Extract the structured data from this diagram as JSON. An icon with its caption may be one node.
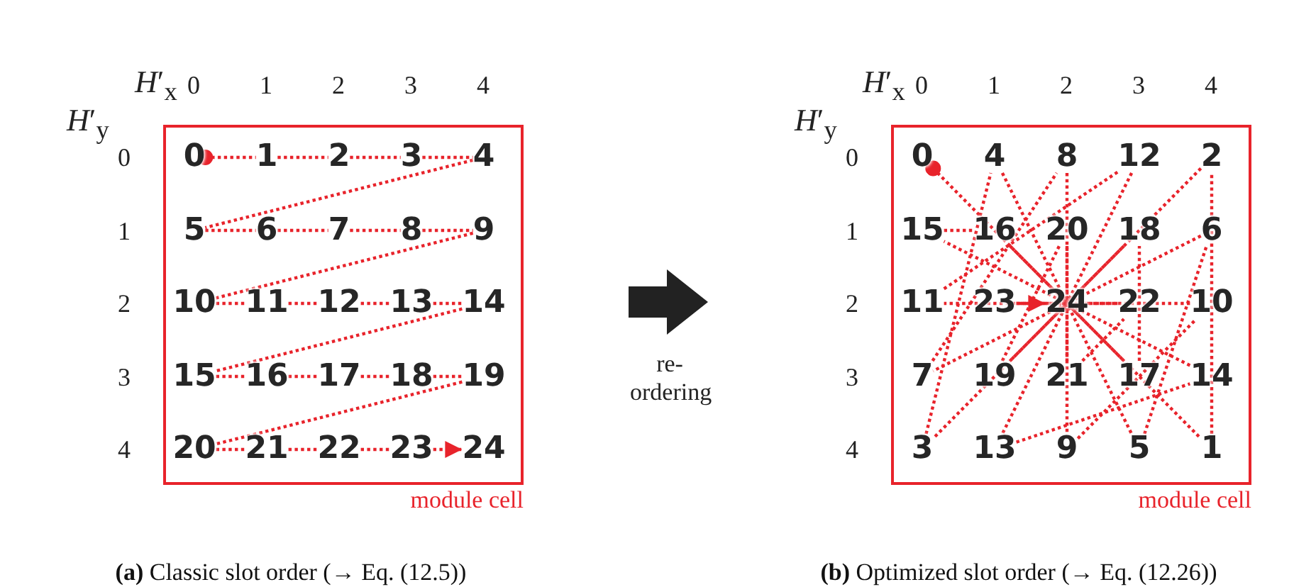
{
  "diagram": {
    "nodes": [
      {
        "text": [
          "module cell"
        ]
      },
      {
        "text": [
          "0"
        ],
        "in": 0
      },
      {
        "text": [
          "1"
        ],
        "in": 0
      },
      {
        "text": [
          "2"
        ],
        "in": 0
      },
      {
        "text": [
          "3"
        ],
        "in": 0
      },
      {
        "text": [
          "4"
        ],
        "in": 0
      },
      {
        "text": [
          "5"
        ],
        "in": 0
      },
      {
        "text": [
          "6"
        ],
        "in": 0
      },
      {
        "text": [
          "7"
        ],
        "in": 0
      },
      {
        "text": [
          "8"
        ],
        "in": 0
      },
      {
        "text": [
          "9"
        ],
        "in": 0
      },
      {
        "text": [
          "10"
        ],
        "in": 0
      },
      {
        "text": [
          "11"
        ],
        "in": 0
      },
      {
        "text": [
          "12"
        ],
        "in": 0
      },
      {
        "text": [
          "13"
        ],
        "in": 0
      },
      {
        "text": [
          "14"
        ],
        "in": 0
      },
      {
        "text": [
          "15"
        ],
        "in": 0
      },
      {
        "text": [
          "16"
        ],
        "in": 0
      },
      {
        "text": [
          "17"
        ],
        "in": 0
      },
      {
        "text": [
          "18"
        ],
        "in": 0
      },
      {
        "text": [
          "19"
        ],
        "in": 0
      },
      {
        "text": [
          "20"
        ],
        "in": 0
      },
      {
        "text": [
          "21"
        ],
        "in": 0
      },
      {
        "text": [
          "22"
        ],
        "in": 0
      },
      {
        "text": [
          "23"
        ],
        "in": 0
      },
      {
        "text": [
          "24"
        ],
        "in": 0
      },
      {
        "text": [
          "module cell"
        ]
      },
      {
        "text": [
          "0"
        ],
        "in": 26
      },
      {
        "text": [
          "4"
        ],
        "in": 26
      },
      {
        "text": [
          "8"
        ],
        "in": 26
      },
      {
        "text": [
          "12"
        ],
        "in": 26
      },
      {
        "text": [
          "2"
        ],
        "in": 26
      },
      {
        "text": [
          "15"
        ],
        "in": 26
      },
      {
        "text": [
          "16"
        ],
        "in": 26
      },
      {
        "text": [
          "20"
        ],
        "in": 26
      },
      {
        "text": [
          "18"
        ],
        "in": 26
      },
      {
        "text": [
          "6"
        ],
        "in": 26
      },
      {
        "text": [
          "11"
        ],
        "in": 26
      },
      {
        "text": [
          "23"
        ],
        "in": 26
      },
      {
        "text": [
          "24"
        ],
        "in": 26
      },
      {
        "text": [
          "22"
        ],
        "in": 26
      },
      {
        "text": [
          "10"
        ],
        "in": 26
      },
      {
        "text": [
          "7"
        ],
        "in": 26
      },
      {
        "text": [
          "19"
        ],
        "in": 26
      },
      {
        "text": [
          "21"
        ],
        "in": 26
      },
      {
        "text": [
          "17"
        ],
        "in": 26
      },
      {
        "text": [
          "14"
        ],
        "in": 26
      },
      {
        "text": [
          "3"
        ],
        "in": 26
      },
      {
        "text": [
          "13"
        ],
        "in": 26
      },
      {
        "text": [
          "9"
        ],
        "in": 26
      },
      {
        "text": [
          "5"
        ],
        "in": 26
      },
      {
        "text": [
          "1"
        ],
        "in": 26
      }
    ],
    "edges": [
      {
        "from": 1,
        "to": 2,
        "arrow": "other",
        "style": "dashed"
      },
      {
        "from": 2,
        "to": 3,
        "arrow": "none",
        "style": "dashed"
      },
      {
        "from": 3,
        "to": 4,
        "arrow": "none",
        "style": "dashed"
      },
      {
        "from": 4,
        "to": 5,
        "arrow": "none",
        "style": "dashed"
      },
      {
        "from": 5,
        "to": 6,
        "arrow": "none",
        "style": "dashed"
      },
      {
        "from": 6,
        "to": 7,
        "arrow": "none",
        "style": "dashed"
      },
      {
        "from": 7,
        "to": 8,
        "arrow": "none",
        "style": "dashed"
      },
      {
        "from": 8,
        "to": 9,
        "arrow": "none",
        "style": "dashed"
      },
      {
        "from": 9,
        "to": 10,
        "arrow": "none",
        "style": "dashed"
      },
      {
        "from": 10,
        "to": 11,
        "arrow": "none",
        "style": "dashed"
      },
      {
        "from": 11,
        "to": 12,
        "arrow": "none",
        "style": "dashed"
      },
      {
        "from": 12,
        "to": 13,
        "arrow": "none",
        "style": "dashed"
      },
      {
        "from": 13,
        "to": 14,
        "arrow": "none",
        "style": "dashed"
      },
      {
        "from": 14,
        "to": 15,
        "arrow": "none",
        "style": "dashed"
      },
      {
        "from": 15,
        "to": 16,
        "arrow": "none",
        "style": "dashed"
      },
      {
        "from": 16,
        "to": 17,
        "arrow": "none",
        "style": "dashed"
      },
      {
        "from": 17,
        "to": 18,
        "arrow": "none",
        "style": "dashed"
      },
      {
        "from": 18,
        "to": 19,
        "arrow": "none",
        "style": "dashed"
      },
      {
        "from": 19,
        "to": 20,
        "arrow": "none",
        "style": "dashed"
      },
      {
        "from": 20,
        "to": 21,
        "arrow": "none",
        "style": "dashed"
      },
      {
        "from": 21,
        "to": 22,
        "arrow": "none",
        "style": "dashed"
      },
      {
        "from": 22,
        "to": 23,
        "arrow": "none",
        "style": "dashed"
      },
      {
        "from": 23,
        "to": 24,
        "arrow": "none",
        "style": "dashed"
      },
      {
        "from": 24,
        "to": 25,
        "arrow": "to",
        "style": "dashed"
      },
      {
        "from": 27,
        "to": 51,
        "arrow": "other",
        "style": "dashed"
      },
      {
        "from": 51,
        "to": 31,
        "arrow": "none",
        "style": "dashed"
      },
      {
        "from": 31,
        "to": 47,
        "arrow": "none",
        "style": "dashed"
      },
      {
        "from": 47,
        "to": 28,
        "arrow": "none",
        "style": "dashed"
      },
      {
        "from": 28,
        "to": 50,
        "arrow": "none",
        "style": "dashed"
      },
      {
        "from": 50,
        "to": 36,
        "arrow": "none",
        "style": "dashed"
      },
      {
        "from": 36,
        "to": 42,
        "arrow": "none",
        "style": "dashed"
      },
      {
        "from": 42,
        "to": 29,
        "arrow": "none",
        "style": "dashed"
      },
      {
        "from": 29,
        "to": 49,
        "arrow": "none",
        "style": "dashed"
      },
      {
        "from": 49,
        "to": 41,
        "arrow": "none",
        "style": "dashed"
      },
      {
        "from": 41,
        "to": 37,
        "arrow": "none",
        "style": "dashed"
      },
      {
        "from": 37,
        "to": 30,
        "arrow": "none",
        "style": "dashed"
      },
      {
        "from": 30,
        "to": 48,
        "arrow": "none",
        "style": "dashed"
      },
      {
        "from": 48,
        "to": 46,
        "arrow": "none",
        "style": "dashed"
      },
      {
        "from": 46,
        "to": 32,
        "arrow": "none",
        "style": "dashed"
      },
      {
        "from": 32,
        "to": 33,
        "arrow": "none",
        "style": "dashed"
      },
      {
        "from": 33,
        "to": 45,
        "arrow": "none",
        "style": "dashed"
      },
      {
        "from": 45,
        "to": 35,
        "arrow": "none",
        "style": "dashed"
      },
      {
        "from": 35,
        "to": 43,
        "arrow": "none",
        "style": "dashed"
      },
      {
        "from": 43,
        "to": 34,
        "arrow": "none",
        "style": "dashed"
      },
      {
        "from": 34,
        "to": 44,
        "arrow": "none",
        "style": "dashed"
      },
      {
        "from": 44,
        "to": 40,
        "arrow": "none",
        "style": "dashed"
      },
      {
        "from": 40,
        "to": 38,
        "arrow": "none",
        "style": "dashed"
      },
      {
        "from": 38,
        "to": 39,
        "arrow": "to",
        "style": "dashed"
      }
    ],
    "labels": [
      "*H*′$_{x}$",
      "0",
      "1",
      "2",
      "3",
      "4",
      "*H*′$_{y}$",
      "0",
      "1",
      "2",
      "3",
      "4",
      "*H*′$_{x}$",
      "0",
      "1",
      "2",
      "3",
      "4",
      "*H*′$_{y}$",
      "0",
      "1",
      "2",
      "3",
      "4",
      "**(a)** Classic slot order (→ Eq. (12.5))",
      "**(b)** Optimized slot order (→ Eq. (12.26))",
      "re-ordering"
    ]
  }
}
